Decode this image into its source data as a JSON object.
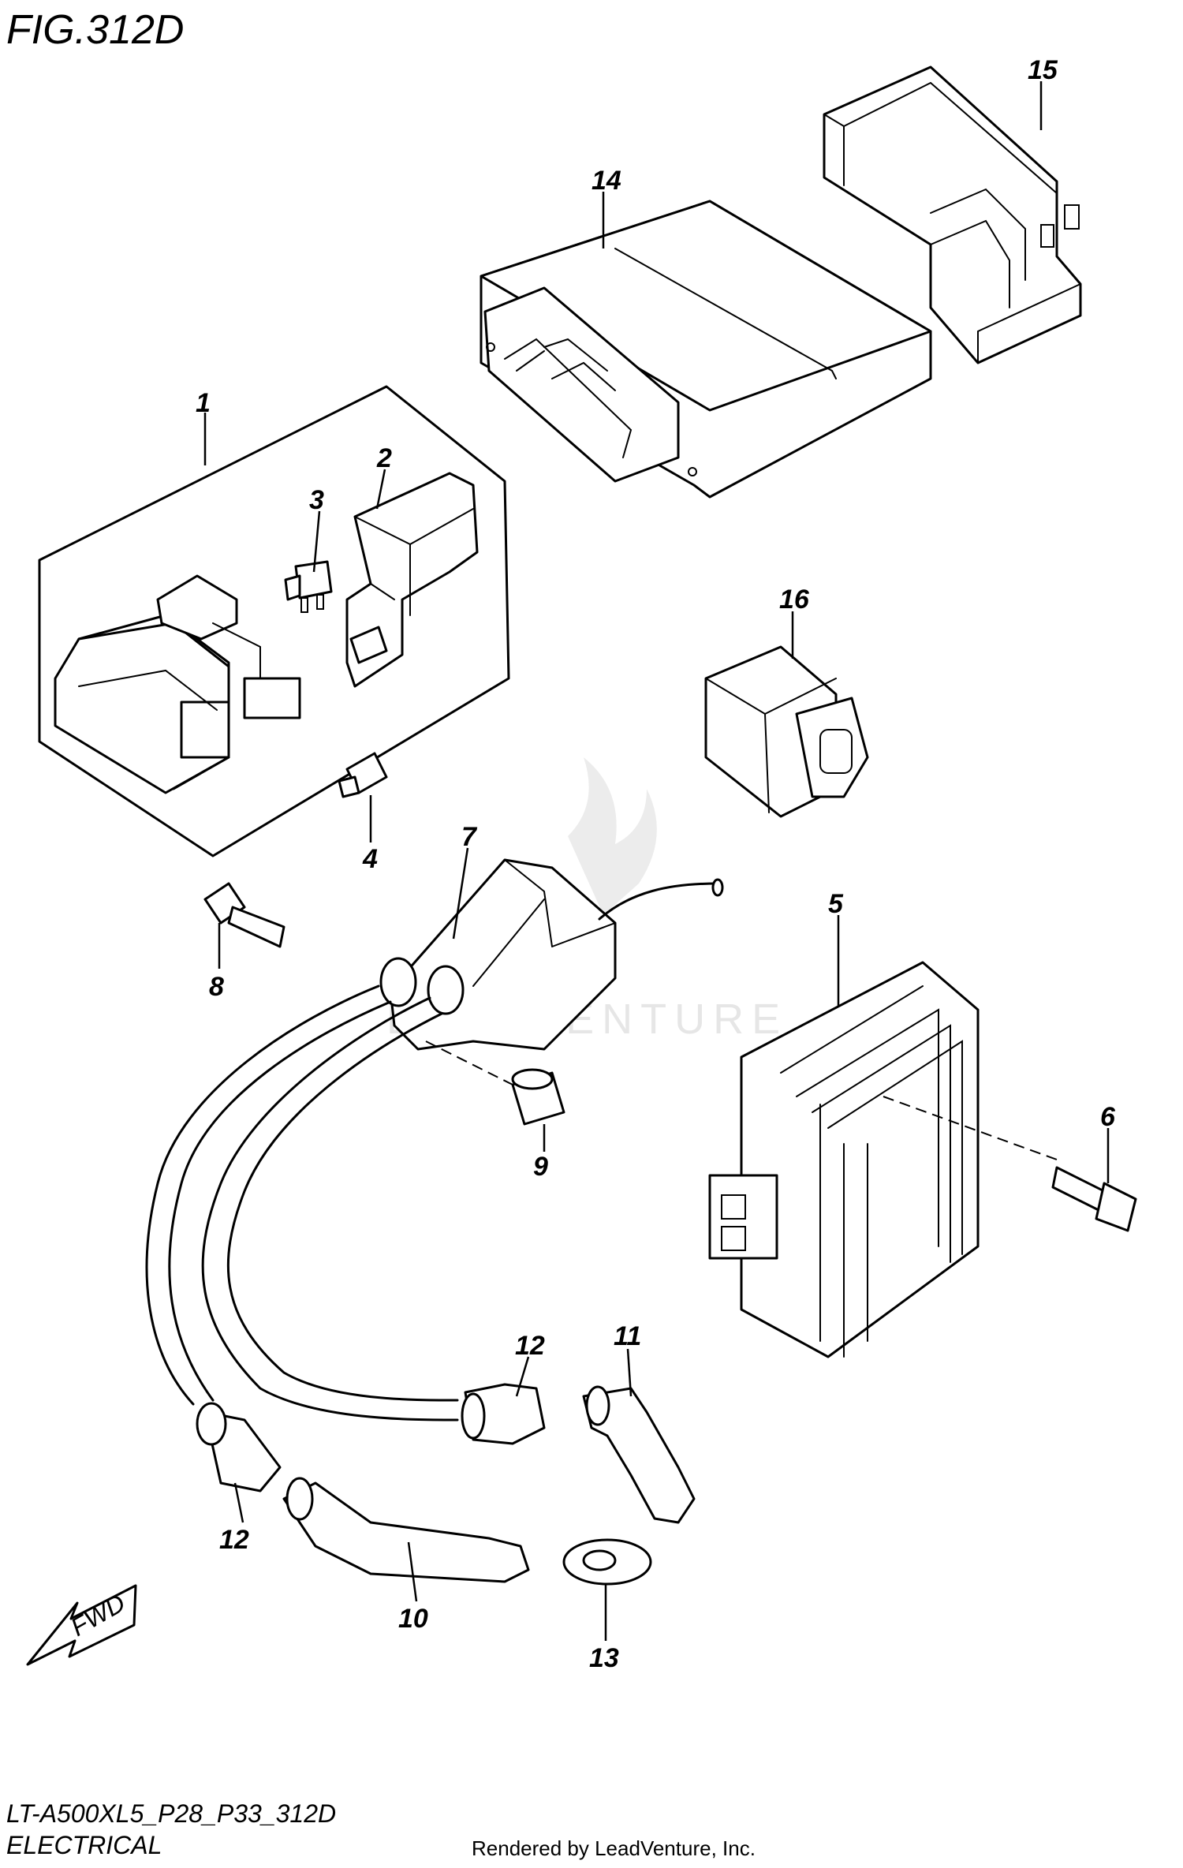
{
  "figure": {
    "title": "FIG.312D"
  },
  "watermark": {
    "text": "LEADVENTURE"
  },
  "parts": [
    {
      "callout": "1"
    },
    {
      "callout": "2"
    },
    {
      "callout": "3"
    },
    {
      "callout": "4"
    },
    {
      "callout": "5"
    },
    {
      "callout": "6"
    },
    {
      "callout": "7"
    },
    {
      "callout": "8"
    },
    {
      "callout": "9"
    },
    {
      "callout": "10"
    },
    {
      "callout": "11"
    },
    {
      "callout": "12"
    },
    {
      "callout": "12"
    },
    {
      "callout": "13"
    },
    {
      "callout": "14"
    },
    {
      "callout": "15"
    },
    {
      "callout": "16"
    }
  ],
  "direction_arrow": {
    "label": "FWD"
  },
  "footer": {
    "model_code": "LT-A500XL5_P28_P33_312D",
    "section": "ELECTRICAL",
    "credit": "Rendered by LeadVenture, Inc."
  }
}
